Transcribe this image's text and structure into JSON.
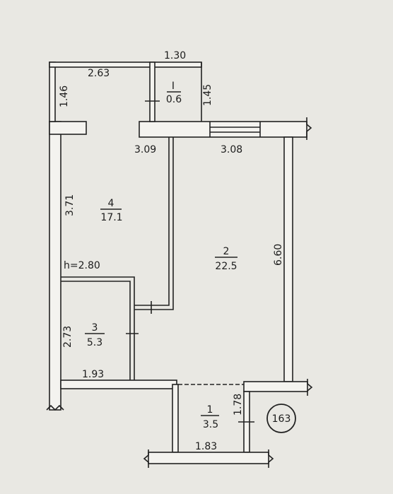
{
  "dimensions": {
    "balcony_width": "1.30",
    "balcony_depth": "1.45",
    "top_left_width": "2.63",
    "top_left_height": "1.46",
    "room4_width": "3.09",
    "room2_width": "3.08",
    "room4_length": "3.71",
    "room2_length": "6.60",
    "ceiling_height": "h=2.80",
    "room3_length": "2.73",
    "room3_width": "1.93",
    "room1_length": "1.78",
    "room1_width": "1.83"
  },
  "rooms": {
    "balcony": {
      "number": "I",
      "area": "0.6"
    },
    "room4": {
      "number": "4",
      "area": "17.1"
    },
    "room2": {
      "number": "2",
      "area": "22.5"
    },
    "room3": {
      "number": "3",
      "area": "5.3"
    },
    "room1": {
      "number": "1",
      "area": "3.5"
    }
  },
  "apartment_marker": "163"
}
